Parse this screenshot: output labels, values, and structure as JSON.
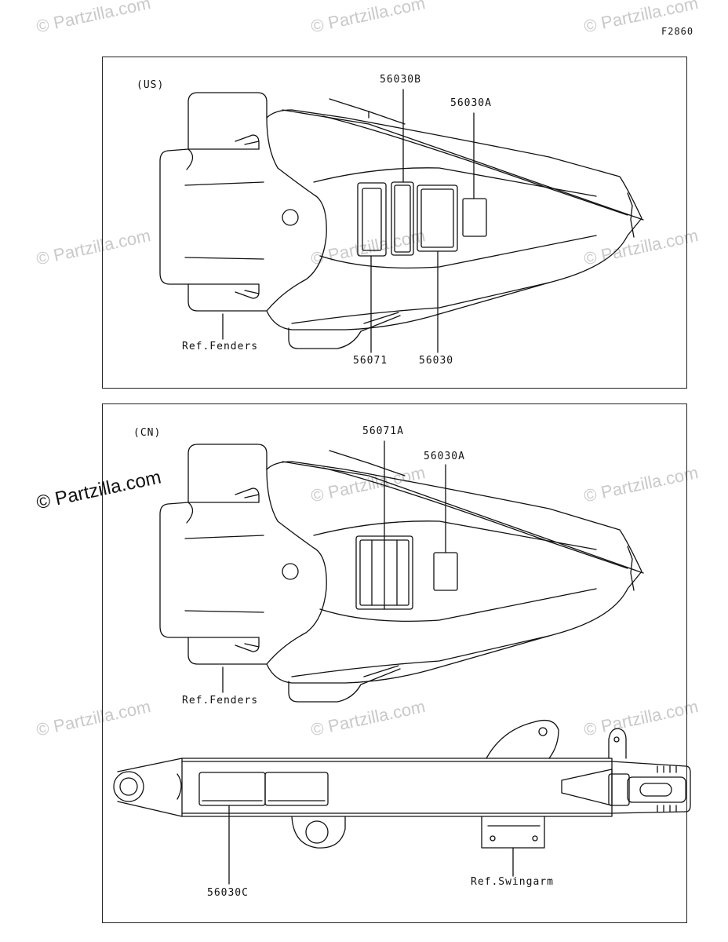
{
  "figure_code": "F2860",
  "watermark": "© Partzilla.com",
  "panels": [
    {
      "region": "(US)",
      "callouts": [
        "56030B",
        "56030A",
        "56071",
        "56030"
      ],
      "reference": "Ref.Fenders"
    },
    {
      "region": "(CN)",
      "callouts": [
        "56071A",
        "56030A",
        "56030C"
      ],
      "reference_fenders": "Ref.Fenders",
      "reference_swingarm": "Ref.Swingarm"
    }
  ]
}
